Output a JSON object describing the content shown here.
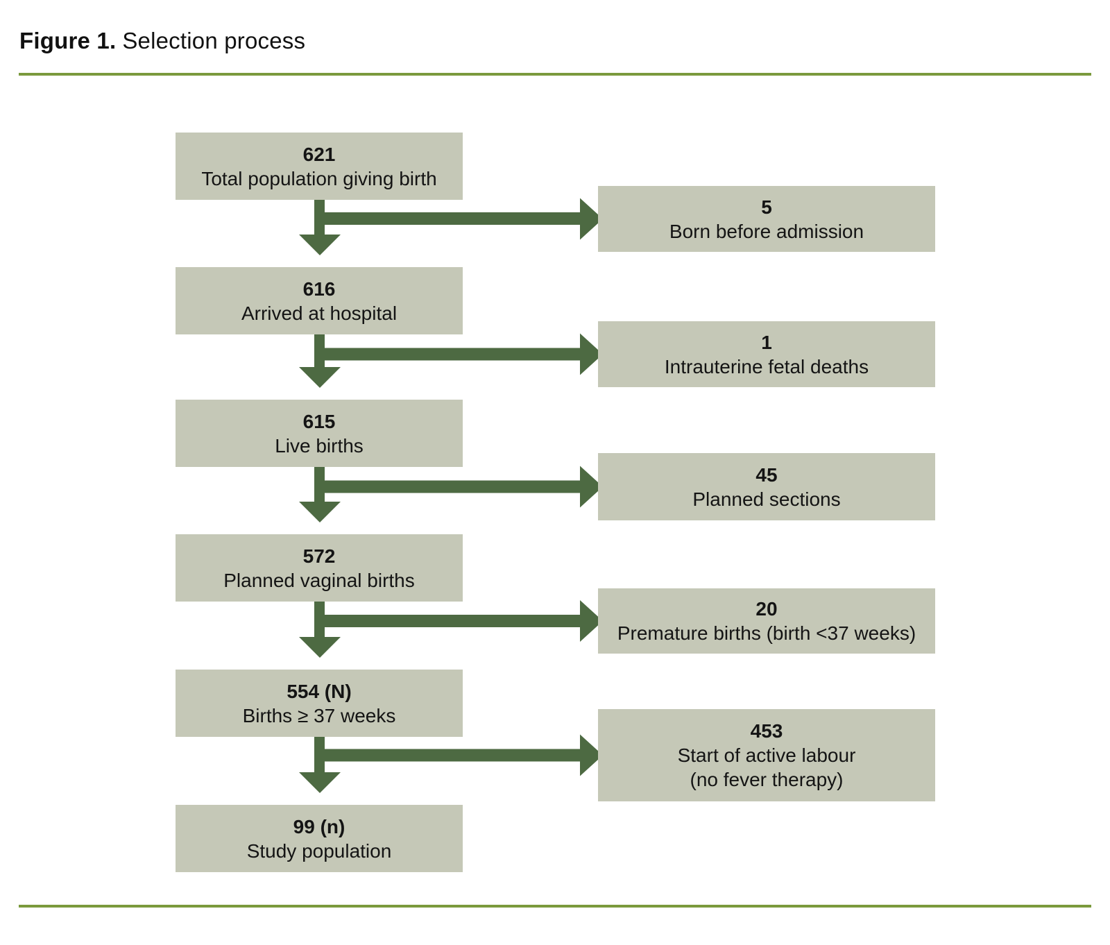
{
  "header": {
    "figure_label": "Figure 1.",
    "title": "Selection process"
  },
  "colors": {
    "box_fill": "#c5c8b7",
    "arrow": "#4d6a42",
    "divider": "#7b9a3d",
    "text": "#141414",
    "background": "#ffffff"
  },
  "flow": {
    "steps": [
      {
        "value": "621",
        "label": "Total population giving birth"
      },
      {
        "value": "616",
        "label": "Arrived at hospital"
      },
      {
        "value": "615",
        "label": "Live births"
      },
      {
        "value": "572",
        "label": "Planned vaginal births"
      },
      {
        "value": "554 (N)",
        "label": "Births ≥ 37 weeks"
      },
      {
        "value": "99 (n)",
        "label": "Study population"
      }
    ],
    "exclusions": [
      {
        "value": "5",
        "label": "Born before admission"
      },
      {
        "value": "1",
        "label": "Intrauterine fetal deaths"
      },
      {
        "value": "45",
        "label": "Planned sections"
      },
      {
        "value": "20",
        "label": "Premature births (birth <37 weeks)"
      },
      {
        "value": "453",
        "label": "Start of active labour",
        "label2": "(no fever therapy)"
      }
    ]
  }
}
